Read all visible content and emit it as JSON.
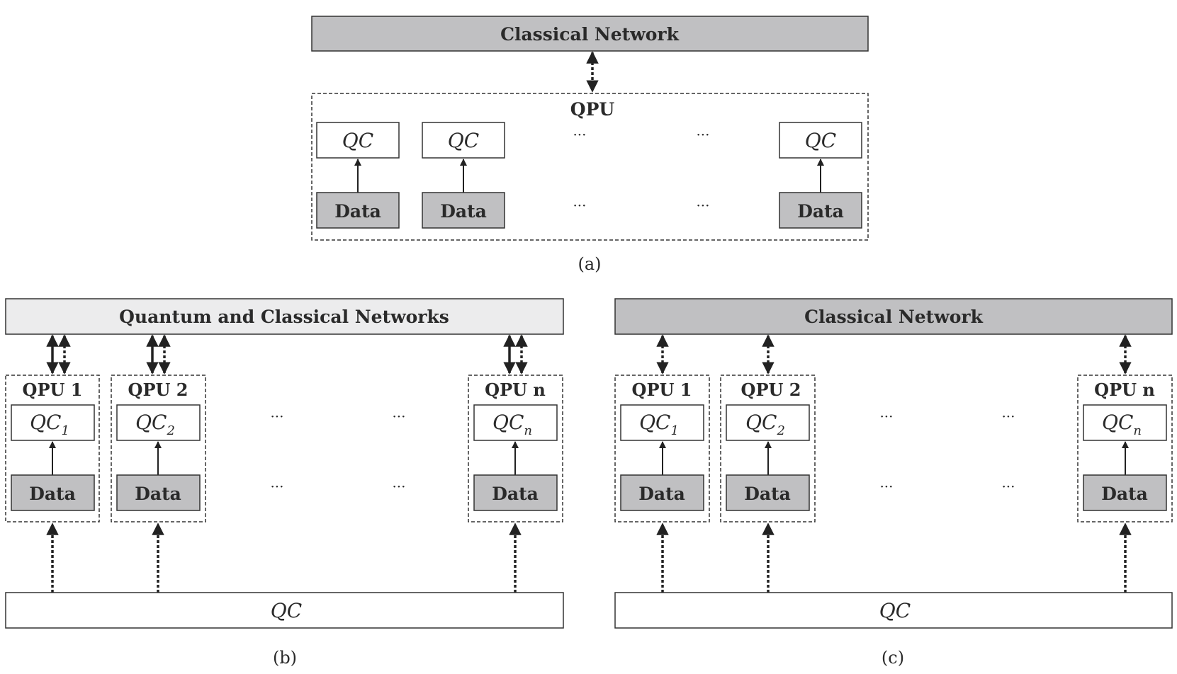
{
  "colors": {
    "network_dark": "#c0c0c2",
    "network_light": "#ececed",
    "data_fill": "#c0c0c2",
    "stroke": "#333333"
  },
  "panel_a": {
    "network_label": "Classical Network",
    "qpu_label": "QPU",
    "qc_label": "QC",
    "data_label": "Data",
    "ellipsis": "···",
    "caption": "(a)"
  },
  "panel_b": {
    "network_label": "Quantum and Classical Networks",
    "qpu_labels": [
      "QPU 1",
      "QPU 2",
      "QPU n"
    ],
    "qc_base": "QC",
    "qc_subscripts": [
      "1",
      "2",
      "n"
    ],
    "data_label": "Data",
    "ellipsis": "···",
    "bottom_label": "QC",
    "caption": "(b)"
  },
  "panel_c": {
    "network_label": "Classical Network",
    "qpu_labels": [
      "QPU 1",
      "QPU 2",
      "QPU n"
    ],
    "qc_base": "QC",
    "qc_subscripts": [
      "1",
      "2",
      "n"
    ],
    "data_label": "Data",
    "ellipsis": "···",
    "bottom_label": "QC",
    "caption": "(c)"
  }
}
